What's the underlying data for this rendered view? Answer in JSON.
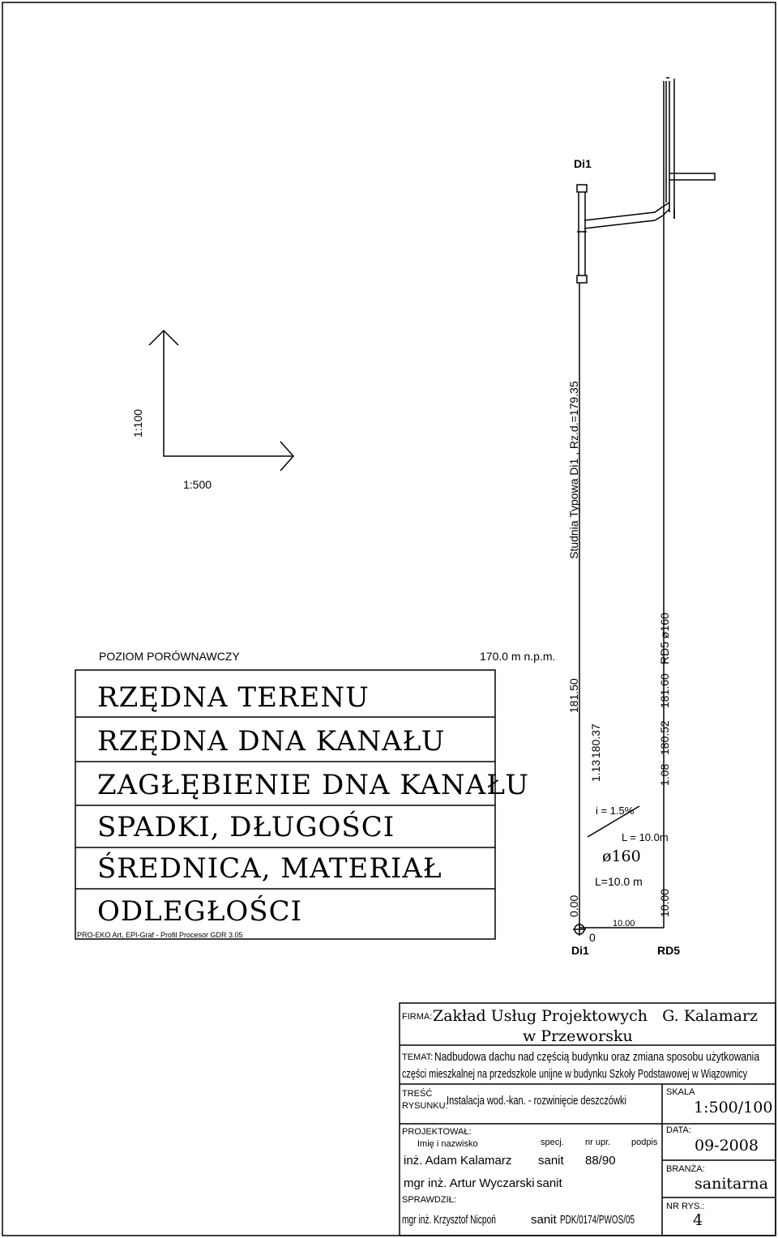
{
  "orientation": {
    "vertical_scale": "1:100",
    "horizontal_scale": "1:500"
  },
  "profile": {
    "datum_label": "POZIOM PORÓWNAWCZY",
    "datum_value": "170.0 m n.p.m.",
    "rows": [
      "RZĘDNA TERENU",
      "RZĘDNA DNA KANAŁU",
      "ZAGŁĘBIENIE DNA KANAŁU",
      "SPADKI, DŁUGOŚCI",
      "ŚREDNICA, MATERIAŁ",
      "ODLEGŁOŚCI"
    ],
    "software_note": "PRO-EKO Art, EPI-Graf - Profil Procesor GDR 3.05",
    "start_node": {
      "name": "Di1",
      "description": "Studnia Typowa Di1 , Rz.d.=179.35",
      "ground": "181.50",
      "invert": "180.37",
      "depth": "1.13",
      "distance": "0.00",
      "station": "0"
    },
    "end_node": {
      "name": "RD5",
      "description": "RD5 ø160",
      "ground": "181.60",
      "invert": "180.52",
      "depth": "1.08",
      "distance": "10.00"
    },
    "segment": {
      "slope": "i = 1.5%",
      "length": "L = 10.0m",
      "diameter": "ø160",
      "length_total": "L=10.0 m",
      "distance": "10.00"
    }
  },
  "title_block": {
    "firma_label": "FIRMA:",
    "firma_line1": "Zakład Usług Projektowych   G. Kalamarz",
    "firma_line2": "w Przeworsku",
    "temat_label": "TEMAT:",
    "temat_line1": "Nadbudowa dachu nad częścią budynku oraz zmiana sposobu użytkowania",
    "temat_line2": "części mieszkalnej na przedszkole unijne w budynku Szkoły Podstawowej w Wiązownicy",
    "tresc_label_1": "TREŚĆ",
    "tresc_label_2": "RYSUNKU:",
    "tresc_value": "Instalacja wod.-kan. - rozwinięcie deszczówki",
    "skala_label": "SKALA",
    "skala_value": "1:500/100",
    "projektowal_label": "PROJEKTOWAŁ:",
    "col_name": "Imię i nazwisko",
    "col_spec": "specj.",
    "col_nr": "nr upr.",
    "col_podpis": "podpis",
    "designers": [
      {
        "name": "inż. Adam Kalamarz",
        "spec": "sanit",
        "nr": "88/90"
      },
      {
        "name": "mgr inż. Artur Wyczarski",
        "spec": "sanit",
        "nr": ""
      }
    ],
    "sprawdzil_label": "SPRAWDZIŁ:",
    "checker": {
      "name": "mgr inż. Krzysztof Nicpoń",
      "spec": "sanit",
      "nr": "PDK/0174/PWOS/05"
    },
    "data_label": "DATA:",
    "data_value": "09-2008",
    "branza_label": "BRANŻA:",
    "branza_value": "sanitarna",
    "nr_rys_label": "NR RYS.:",
    "nr_rys_value": "4"
  }
}
